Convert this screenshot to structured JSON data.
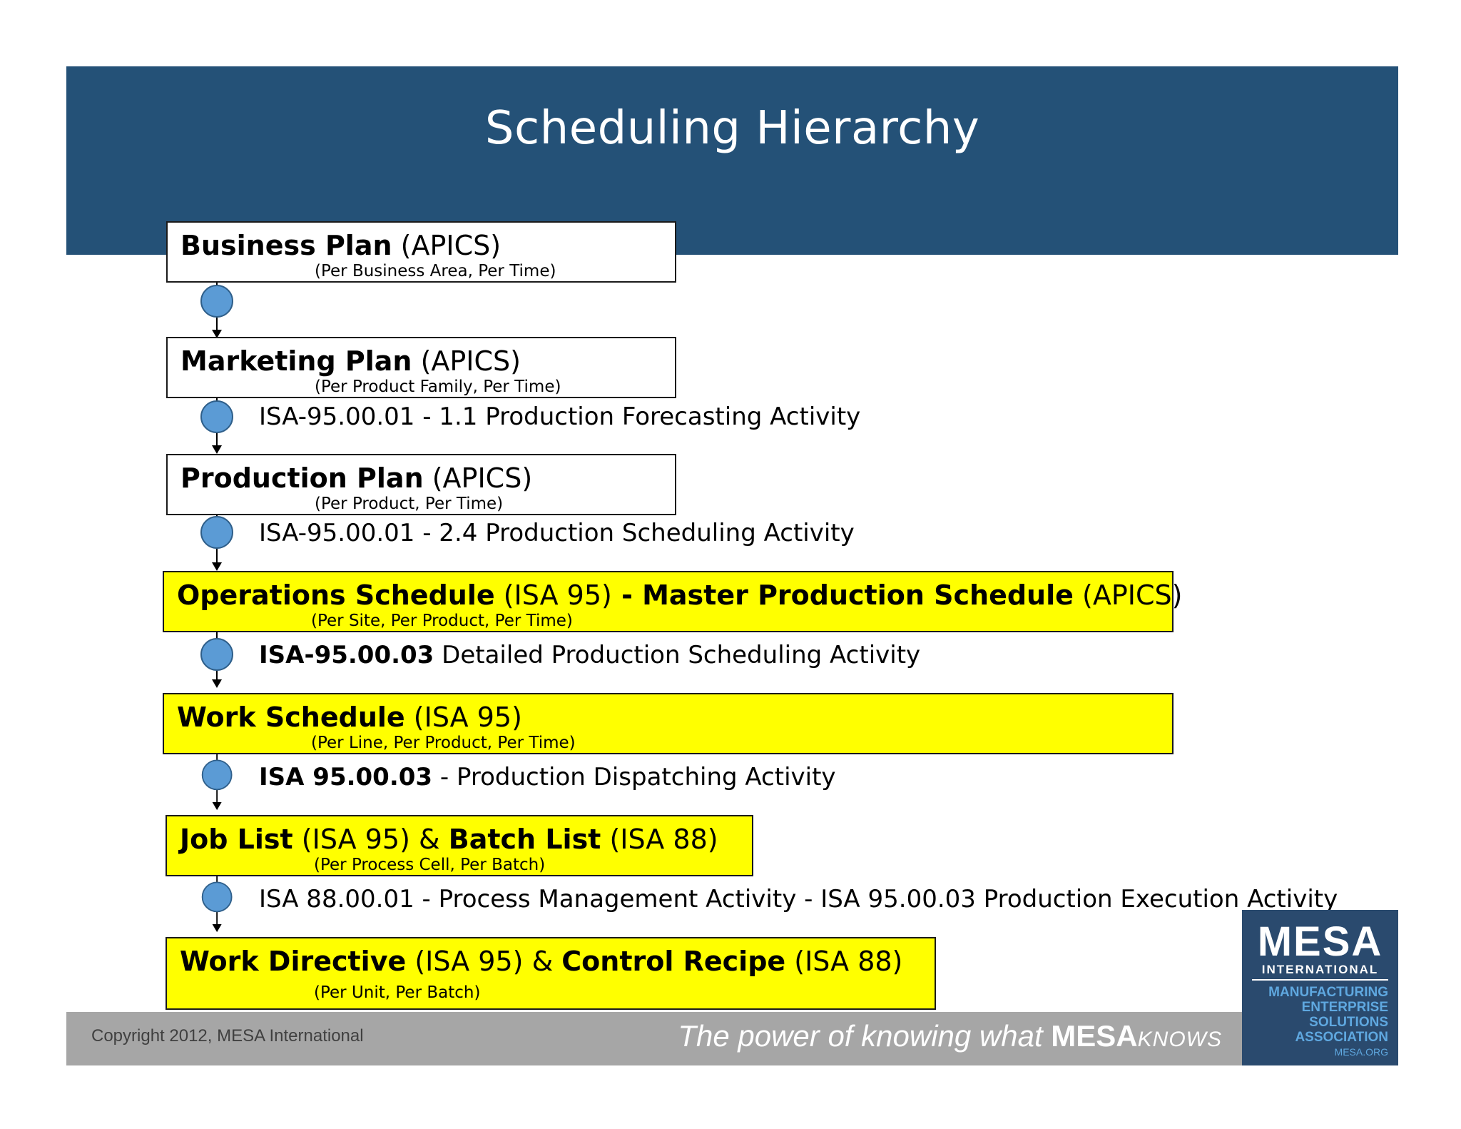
{
  "title": "Scheduling Hierarchy",
  "colors": {
    "header": "#245177",
    "highlight": "#ffff00",
    "node": "#5b9bd5",
    "footer": "#a6a6a6",
    "logo_bg": "#2a4a6e",
    "logo_accent": "#5fa8e0"
  },
  "levels": [
    {
      "name": "Business Plan",
      "std": "(APICS)",
      "scope": "(Per Business Area, Per Time)"
    },
    {
      "name": "Marketing Plan",
      "std": "(APICS)",
      "scope": "(Per Product Family, Per Time)"
    },
    {
      "name": "Production Plan",
      "std": "(APICS)",
      "scope": "(Per Product, Per Time)"
    },
    {
      "name": "Operations Schedule",
      "std": "(ISA 95)",
      "sep": " - ",
      "name2": "Master Production Schedule",
      "std2": "(APICS)",
      "scope": "(Per Site, Per Product, Per Time)"
    },
    {
      "name": "Work Schedule",
      "std": "(ISA 95)",
      "scope": "(Per Line, Per Product, Per Time)"
    },
    {
      "name": "Job List",
      "std": "(ISA 95)",
      "sep": "&",
      "name2": "Batch List",
      "std2": "(ISA 88)",
      "scope": "(Per Process Cell, Per Batch)"
    },
    {
      "name": "Work Directive",
      "std": "(ISA 95)",
      "sep": "&",
      "name2": "Control Recipe",
      "std2": "(ISA 88)",
      "scope": "(Per Unit, Per Batch)"
    }
  ],
  "activities": [
    {
      "bold": "",
      "text": "ISA-95.00.01 - 1.1 Production Forecasting Activity"
    },
    {
      "bold": "",
      "text": "ISA-95.00.01 - 2.4 Production Scheduling Activity"
    },
    {
      "bold": "ISA-95.00.03",
      "text": "Detailed Production Scheduling Activity"
    },
    {
      "bold": "ISA 95.00.03",
      "text": "- Production Dispatching Activity"
    },
    {
      "bold": "",
      "text": "ISA 88.00.01 - Process Management Activity  - ISA 95.00.03 Production Execution Activity"
    }
  ],
  "footer": {
    "copyright": "Copyright 2012, MESA International",
    "tagline_italic": "The power of knowing what ",
    "tagline_bold": "MESA",
    "tagline_suffix": "KNOWS"
  },
  "logo": {
    "name": "MESA",
    "subtitle": "INTERNATIONAL",
    "lines": [
      "MANUFACTURING",
      "ENTERPRISE",
      "SOLUTIONS",
      "ASSOCIATION"
    ],
    "url": "MESA.ORG"
  }
}
